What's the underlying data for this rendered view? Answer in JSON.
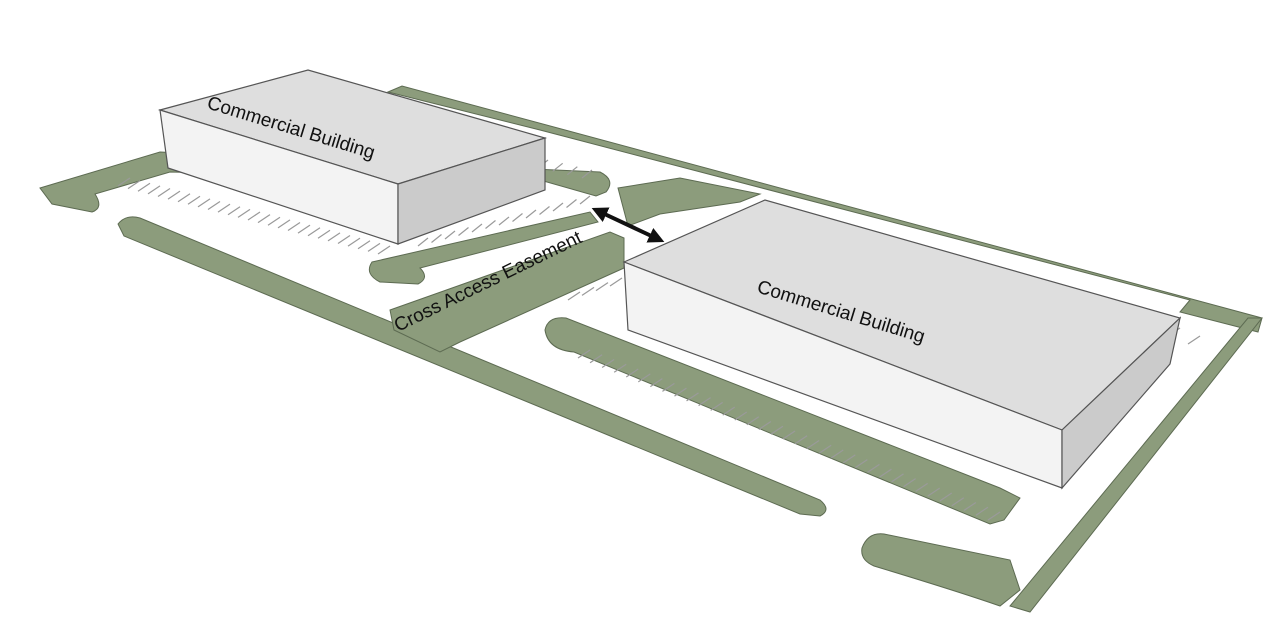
{
  "labels": {
    "building_1": "Commercial Building",
    "building_2": "Commercial Building",
    "easement": "Cross Access Easement"
  },
  "colors": {
    "landscape": "#8c9c7c",
    "landscape_edge": "#5d6b52",
    "paving": "#ffffff",
    "building_top": "#dedede",
    "building_front": "#f3f3f3",
    "building_side": "#cbcbcb",
    "building_edge": "#555555",
    "stall_line": "#9a9a9a",
    "arrow": "#111111"
  }
}
